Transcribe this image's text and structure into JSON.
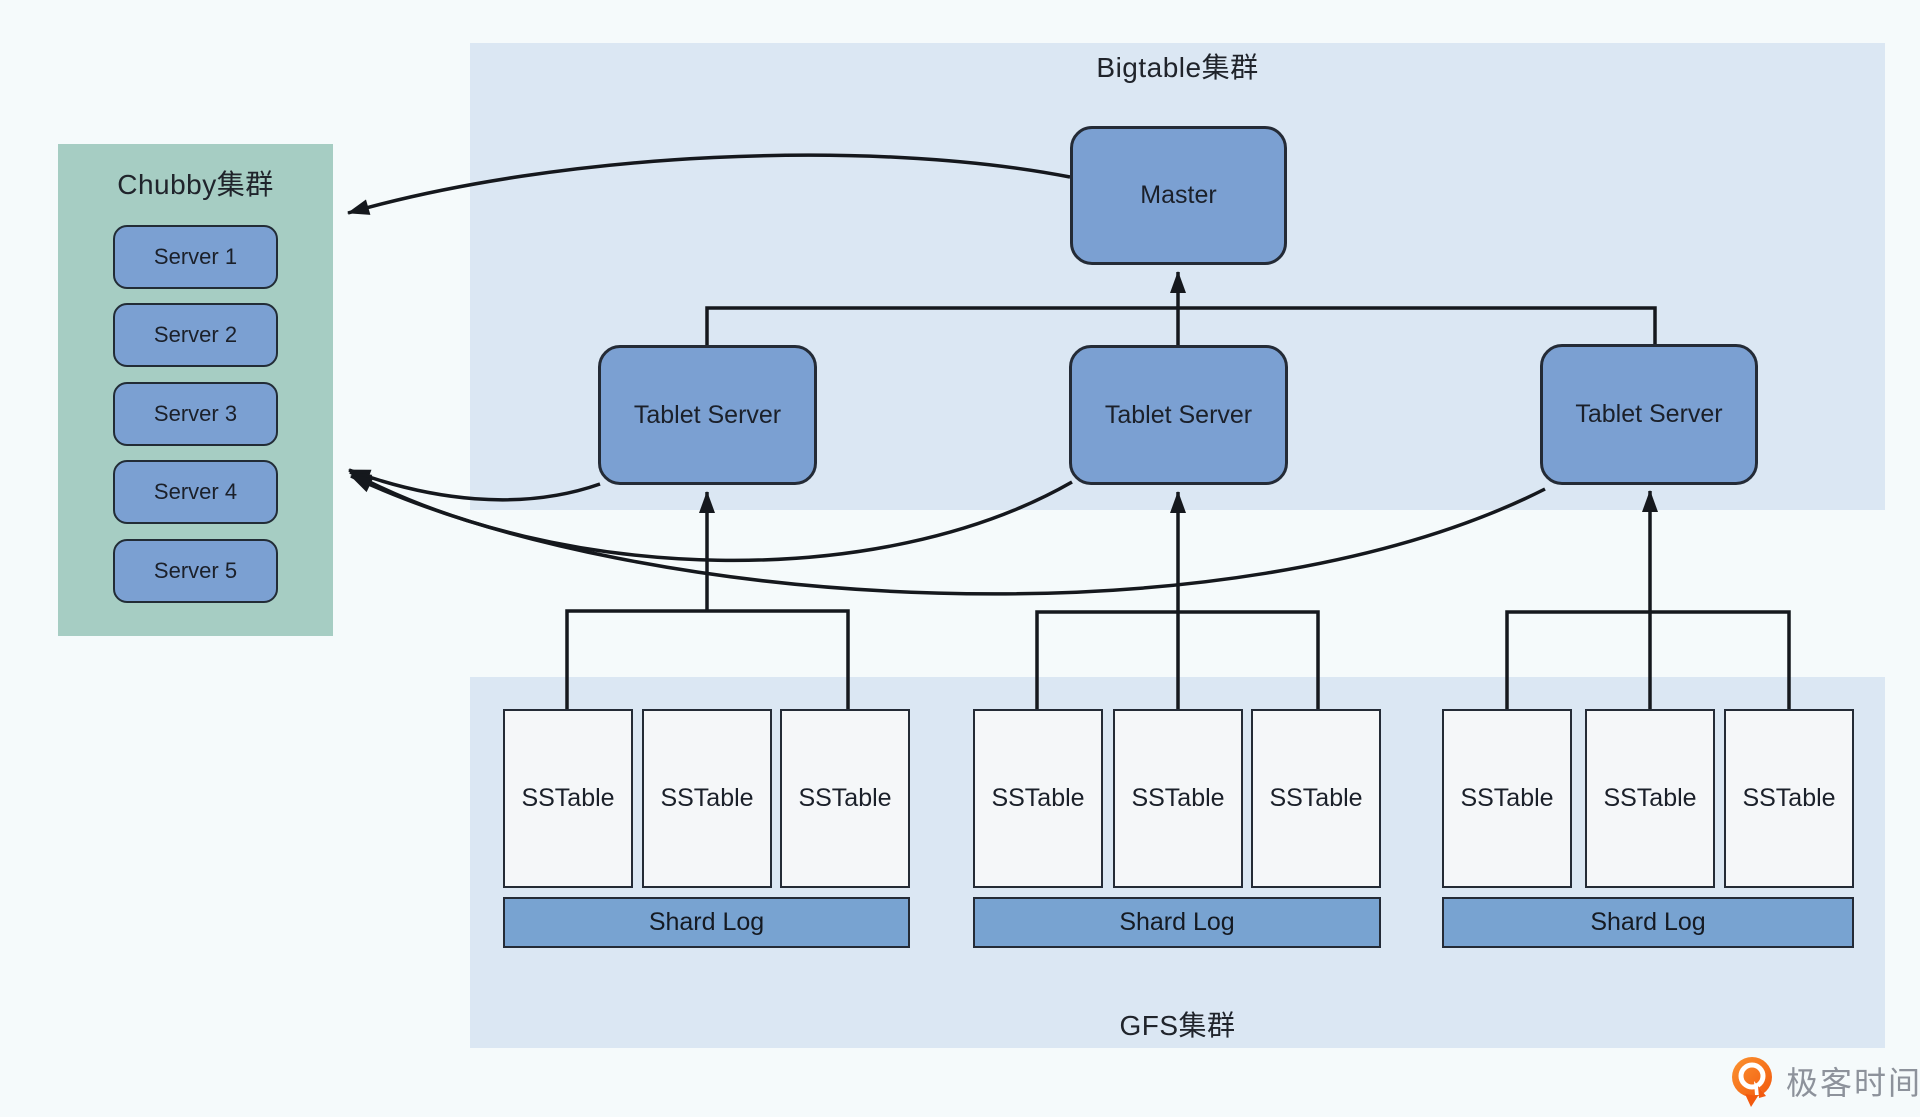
{
  "chubby": {
    "title": "Chubby集群",
    "servers": [
      "Server 1",
      "Server 2",
      "Server 3",
      "Server 4",
      "Server 5"
    ]
  },
  "bigtable": {
    "title": "Bigtable集群",
    "master": "Master",
    "tablet_servers": [
      "Tablet Server",
      "Tablet Server",
      "Tablet Server"
    ]
  },
  "gfs": {
    "title": "GFS集群",
    "groups": [
      {
        "sstables": [
          "SSTable",
          "SSTable",
          "SSTable"
        ],
        "shard_log": "Shard Log"
      },
      {
        "sstables": [
          "SSTable",
          "SSTable",
          "SSTable"
        ],
        "shard_log": "Shard Log"
      },
      {
        "sstables": [
          "SSTable",
          "SSTable",
          "SSTable"
        ],
        "shard_log": "Shard Log"
      }
    ]
  },
  "logo": {
    "text": "极客时间"
  },
  "colors": {
    "page_background": "#f5fafb",
    "cluster_panel_blue": "#dbe7f3",
    "chubby_panel_teal": "#a6cdc3",
    "node_blue": "#7ba0d2",
    "shard_log_blue": "#78a3d1",
    "sstable_fill": "#f5f7f9",
    "line_dark": "#15181d",
    "logo_orange": "#f9740f",
    "logo_text_gray": "#8d929b"
  }
}
